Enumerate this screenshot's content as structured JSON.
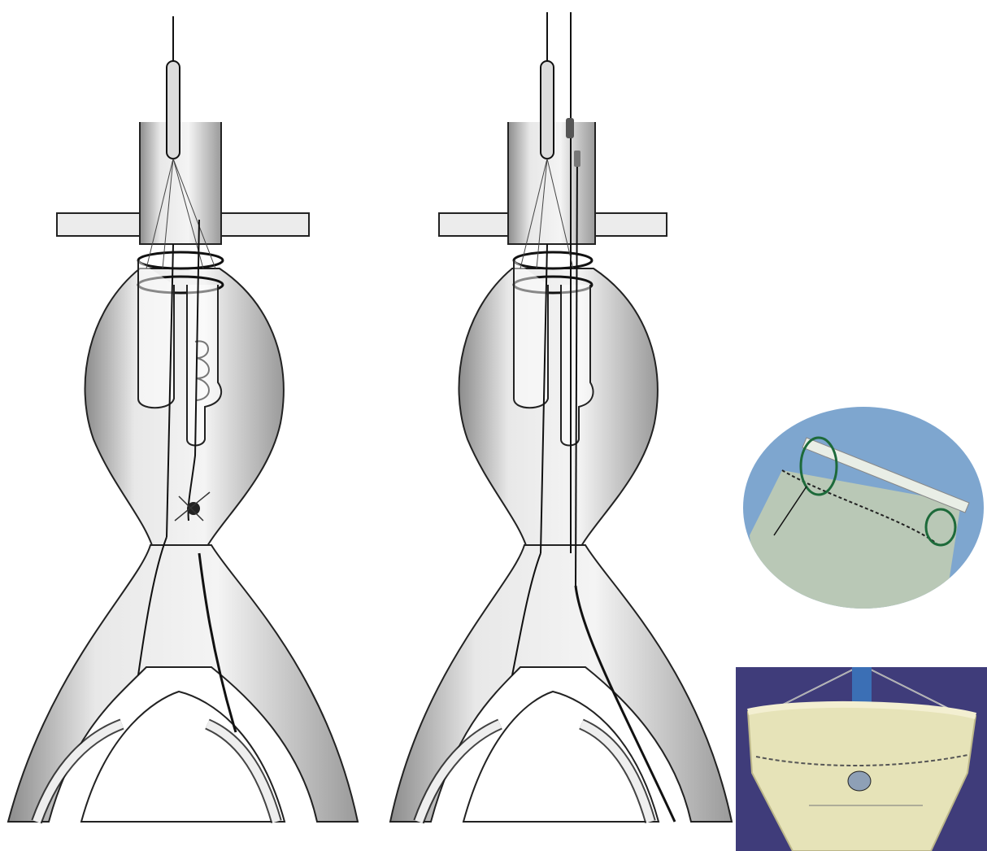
{
  "figure": {
    "panels": [
      {
        "id": "left",
        "description_name": "endograft-deployment-step-1"
      },
      {
        "id": "middle",
        "description_name": "endograft-deployment-step-2"
      }
    ],
    "photos": [
      {
        "id": "oval",
        "description_name": "graft-cuff-closeup-photo"
      },
      {
        "id": "box",
        "description_name": "graft-device-photo"
      }
    ]
  },
  "colors": {
    "vessel_fill": "#e6e6e6",
    "vessel_shadow": "#9a9a9a",
    "vessel_outline": "#1a1a1a",
    "oval_bg": "#7ea6cf",
    "graft_fabric": "#b9c8b6",
    "photo_bg": "#3f3c7a",
    "photo_fabric": "#e6e3b8",
    "rod_blue": "#3b6fb5"
  }
}
